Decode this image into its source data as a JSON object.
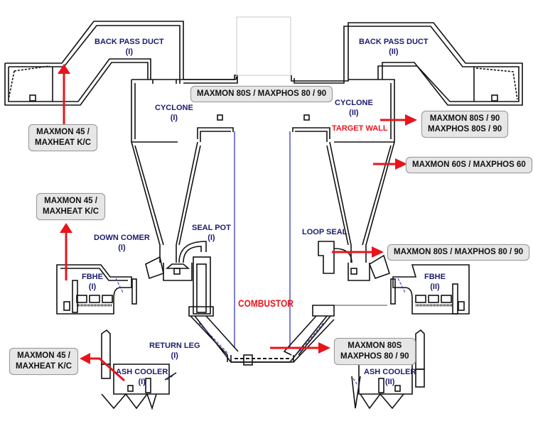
{
  "labels": {
    "back_pass_duct_1": {
      "title": "BACK PASS DUCT",
      "sub": "(I)"
    },
    "back_pass_duct_2": {
      "title": "BACK PASS DUCT",
      "sub": "(II)"
    },
    "cyclone_1": {
      "title": "CYCLONE",
      "sub": "(I)"
    },
    "cyclone_2": {
      "title": "CYCLONE",
      "sub": "(II)"
    },
    "target_wall": "TARGET WALL",
    "down_comer_1": {
      "title": "DOWN COMER",
      "sub": "(I)"
    },
    "seal_pot_1": {
      "title": "SEAL POT",
      "sub": "(I)"
    },
    "loop_seal": "LOOP SEAL",
    "fbhe_1": {
      "title": "FBHE",
      "sub": "(I)"
    },
    "fbhe_2": {
      "title": "FBHE",
      "sub": "(II)"
    },
    "combustor": "COMBUSTOR",
    "return_leg_1": {
      "title": "RETURN LEG",
      "sub": "(I)"
    },
    "ash_cooler_1": {
      "title": "ASH COOLER",
      "sub": "(I)"
    },
    "ash_cooler_2": {
      "title": "ASH COOLER",
      "sub": "(II)"
    }
  },
  "callouts": {
    "back_pass_1": [
      "MAXMON 45 /",
      "MAXHEAT K/C"
    ],
    "cyclone_roof": [
      "MAXMON 80S / MAXPHOS 80 / 90"
    ],
    "target_wall": [
      "MAXMON 80S / 90",
      "MAXPHOS 80S / 90"
    ],
    "cyclone_cone": [
      "MAXMON 60S / MAXPHOS 60"
    ],
    "fbhe_1": [
      "MAXMON 45 /",
      "MAXHEAT K/C"
    ],
    "loop_seal": [
      "MAXMON 80S / MAXPHOS 80 / 90"
    ],
    "ash_cooler_1": [
      "MAXMON 45 /",
      "MAXHEAT K/C"
    ],
    "return_leg_2": [
      "MAXMON 80S",
      "MAXPHOS 80 / 90"
    ]
  },
  "colors": {
    "structure": "#111111",
    "label_text": "#1b1b6e",
    "arrow": "#e8141c",
    "refractory_line": "#2a2ab0",
    "callout_fill": "#e6e6e6"
  }
}
